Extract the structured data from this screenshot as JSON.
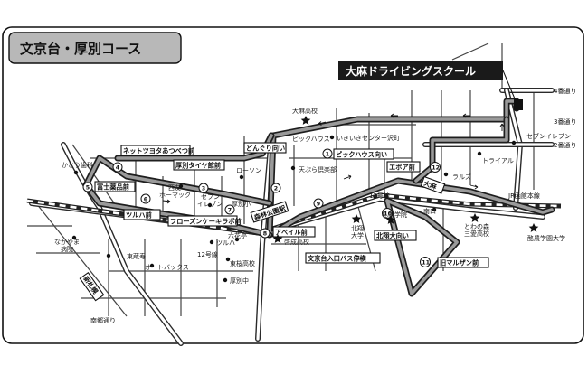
{
  "title": "文京台・厚別コース",
  "school_name": "大麻ドライビングスクール",
  "streets": {
    "s4": "4番通り",
    "s3": "3番通り",
    "s2": "2番通り",
    "r12a": "12号線",
    "r12b": "12号線",
    "jr": "JR函館本線",
    "shinsapporo": "新札幌",
    "nango": "南郷通り"
  },
  "route_labels": {
    "b1": "ネットツヨタあつべつ前",
    "b2": "厚別タイヤ館前",
    "b3": "富士薬品前",
    "b4": "ツルハ前",
    "b5": "フローズンケーキラボ前",
    "b6": "どんぐり向い",
    "b7": "森林公園駅",
    "b8": "アベイル前",
    "b9": "ピックハウス向い",
    "b10": "エポア前",
    "b11": "大麻",
    "b12": "北翔大向い",
    "b13": "旧マルザン前",
    "b14": "文京台入口バス停横"
  },
  "places": {
    "p_oasahs": "大麻高校",
    "p_bighouse": "ビックハウス",
    "p_ikiiki": "いきいきセンター沢町",
    "p_seven1": "セブンイレブン",
    "p_trial": "トライアル",
    "p_ralls": "ラルズ",
    "p_lawson": "ローソン",
    "p_tenpura": "天ぷら倶楽部",
    "p_katoh": "かとう歯科",
    "p_nishitomo": "西友",
    "p_homac": "ホーマック",
    "p_seven2": "セブン",
    "p_seven2b": "イレブン",
    "p_atsubetsusho": "厚別小",
    "p_tsuruha": "ツルハ",
    "p_rokkatei": "六花亭",
    "p_nakayama": "なかやま",
    "p_nakayama2": "病院",
    "p_toyosha": "東蔵寿",
    "p_autobacs": "オートバックス",
    "p_toyotakou": "東桜高校",
    "p_keiseihs": "啓成高校",
    "p_hokusho": "北翔",
    "p_hokusho2": "大学",
    "p_sapgakuin": "札幌学院",
    "p_nankou": "南口",
    "p_towanomori": "とわの森",
    "p_towanomori2": "三愛高校",
    "p_rakuno": "酪農学園大学",
    "p_atsubetsuchu": "厚別中"
  },
  "circle_numbers": [
    "1",
    "2",
    "3",
    "4",
    "5",
    "6",
    "7",
    "8",
    "9",
    "10",
    "11",
    "12"
  ]
}
